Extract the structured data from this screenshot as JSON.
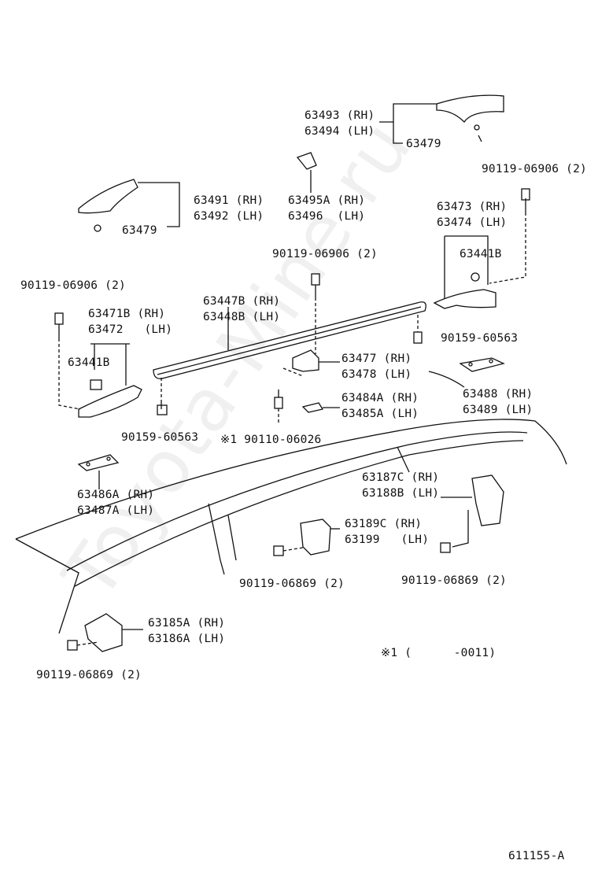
{
  "watermark": "Toyota-Mine.ru",
  "diagram_code": "611155-A",
  "footnote": "※1 (      -0011)",
  "labels": {
    "p63493": "63493 (RH)",
    "p63494": "63494 (LH)",
    "p63479_top": "63479",
    "p90119_top_right": "90119-06906 (2)",
    "p63495a": "63495A (RH)",
    "p63496": "63496  (LH)",
    "p63491": "63491 (RH)",
    "p63492": "63492 (LH)",
    "p63479_left": "63479",
    "p63473": "63473 (RH)",
    "p63474": "63474 (LH)",
    "p63441b_right": "63441B",
    "p90119_center": "90119-06906 (2)",
    "p90119_left": "90119-06906 (2)",
    "p63471b": "63471B (RH)",
    "p63472": "63472   (LH)",
    "p63447b": "63447B (RH)",
    "p63448b": "63448B (LH)",
    "p63441b_left": "63441B",
    "p90159_right": "90159-60563",
    "p63477": "63477 (RH)",
    "p63478": "63478 (LH)",
    "p63488": "63488 (RH)",
    "p63489": "63489 (LH)",
    "p63484a": "63484A (RH)",
    "p63485a": "63485A (LH)",
    "p90159_left": "90159-60563",
    "p90110": "※1 90110-06026",
    "p63187c": "63187C (RH)",
    "p63188b": "63188B (LH)",
    "p63486a": "63486A (RH)",
    "p63487a": "63487A (LH)",
    "p63189c": "63189C (RH)",
    "p63199": "63199   (LH)",
    "p90119_mid_left": "90119-06869 (2)",
    "p90119_mid_right": "90119-06869 (2)",
    "p63185a": "63185A (RH)",
    "p63186a": "63186A (LH)",
    "p90119_bottom": "90119-06869 (2)"
  }
}
